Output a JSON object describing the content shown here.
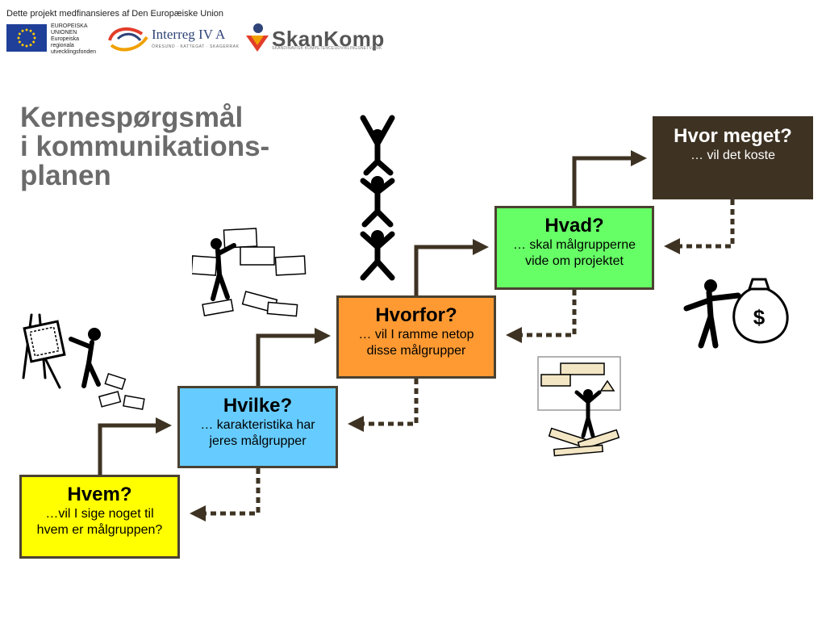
{
  "header": {
    "funding_note": "Dette projekt medfinansieres af Den Europæiske Union",
    "eu_logo_lines": [
      "EUROPEISKA",
      "UNIONEN",
      "Europeiska",
      "regionala",
      "utvecklingsfonden"
    ],
    "interreg_name": "Interreg IV A",
    "interreg_subtitle": "ÖRESUND · KATTEGAT · SKAGERRAK",
    "skankomp_name": "SkanKomp",
    "skankomp_subtitle": "SKANDINAVISK KOMPETENCEUDVIKLINGSNETVÆRK"
  },
  "title": {
    "line1": "Kernespørgsmål",
    "line2": "i kommunikations-",
    "line3": "planen"
  },
  "steps": [
    {
      "heading": "Hvem?",
      "line1": "…vil I sige noget til",
      "line2": "hvem er målgruppen?",
      "color": "#ffff00"
    },
    {
      "heading": "Hvilke?",
      "line1": "… karakteristika har",
      "line2": "jeres målgrupper",
      "color": "#66ccff"
    },
    {
      "heading": "Hvorfor?",
      "line1": "… vil I ramme netop",
      "line2": "disse målgrupper",
      "color": "#ff9a33"
    },
    {
      "heading": "Hvad?",
      "line1": "… skal målgrupperne",
      "line2": "vide om projektet",
      "color": "#66ff66"
    },
    {
      "heading": "Hvor meget?",
      "line1": "… vil det koste",
      "line2": "",
      "color": "#3e3323"
    }
  ],
  "figures": {
    "money_bag_symbol": "$"
  },
  "colors": {
    "arrow": "#3e3323",
    "title": "#6b6b6b"
  }
}
